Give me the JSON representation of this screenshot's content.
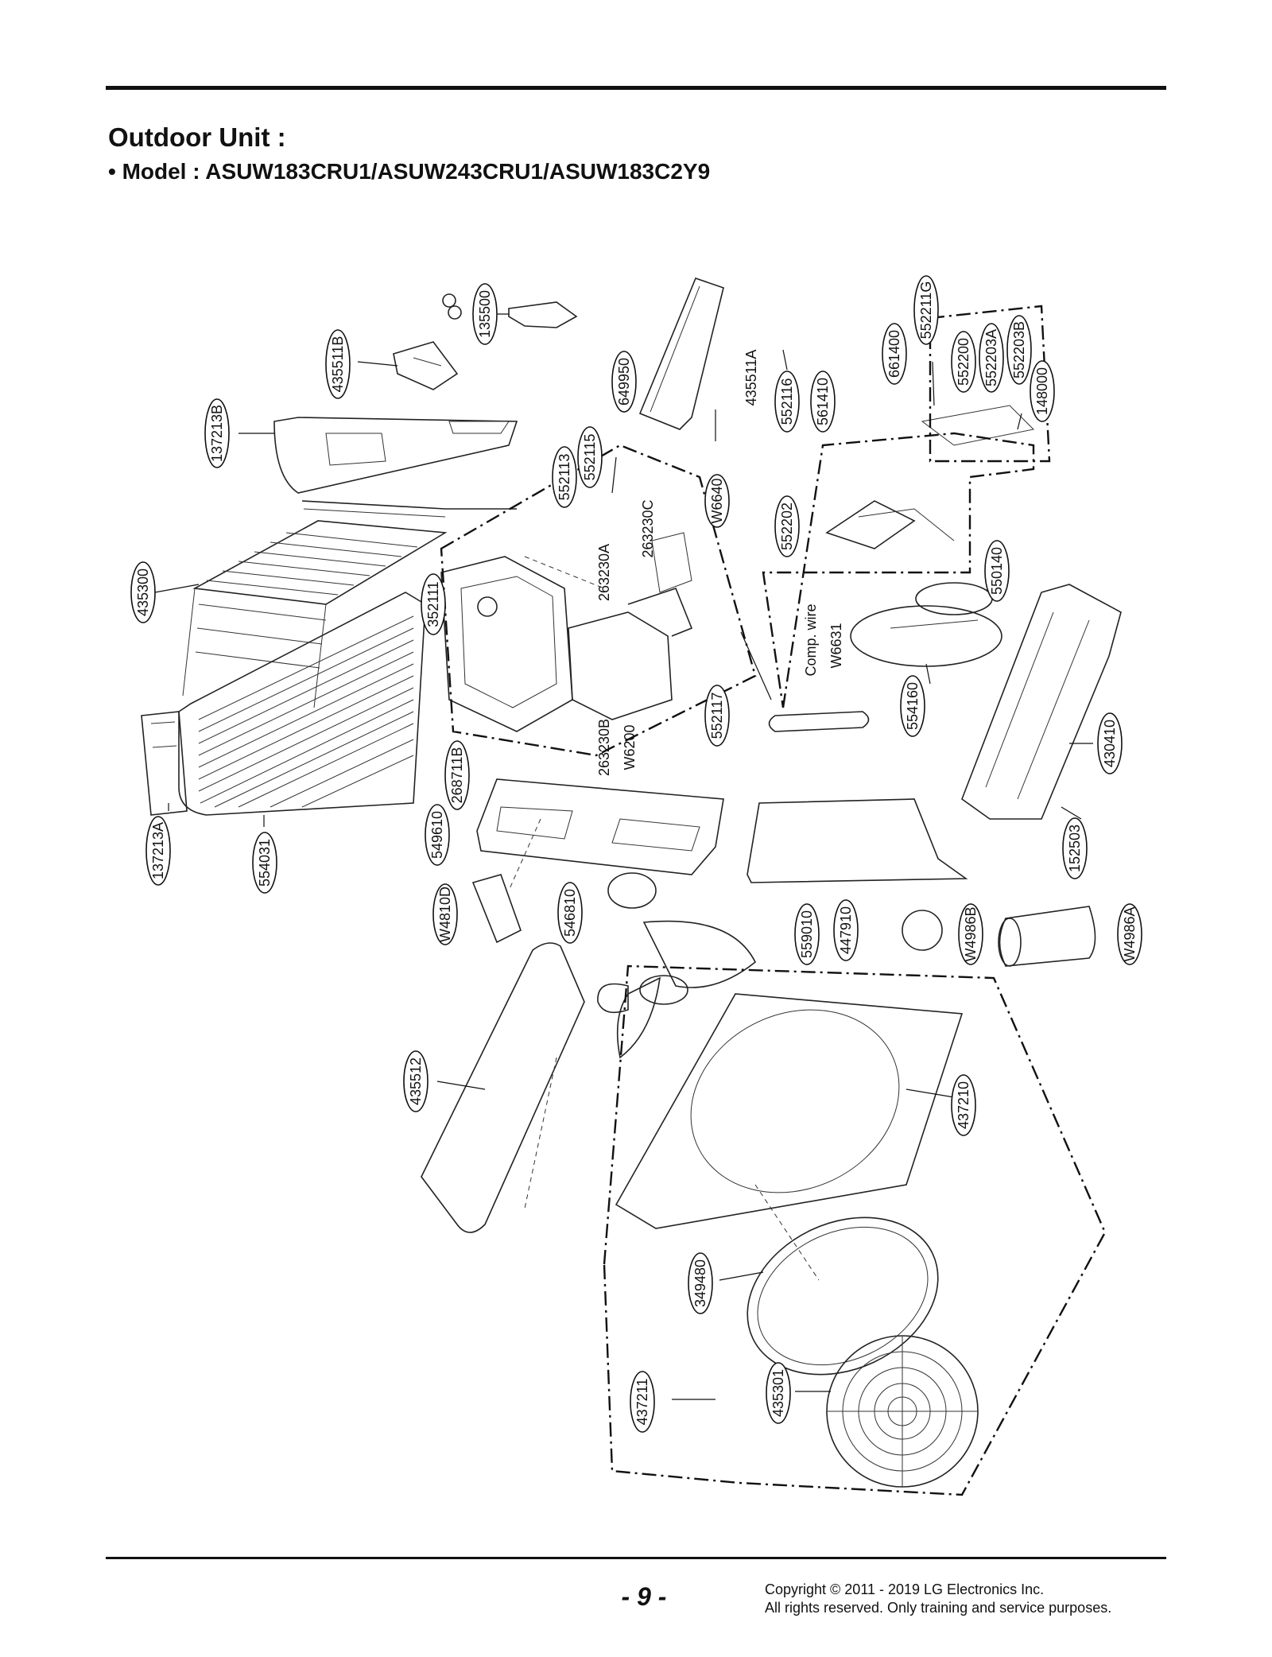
{
  "header": {
    "title": "Outdoor Unit :",
    "subtitle": "• Model : ASUW183CRU1/ASUW243CRU1/ASUW183C2Y9"
  },
  "parts": [
    "135500",
    "435511B",
    "137213B",
    "435300",
    "352111",
    "552113",
    "552115",
    "649950",
    "435511A",
    "263230C",
    "263230A",
    "W6640",
    "552116",
    "561410",
    "552202",
    "661400",
    "552211G",
    "552200",
    "552203A",
    "552203B",
    "148000",
    "550140",
    "Comp. wire",
    "W6631",
    "554160",
    "430410",
    "552117",
    "263230B",
    "W6200",
    "268711B",
    "549610",
    "137213A",
    "554031",
    "W4810D",
    "546810",
    "559010",
    "447910",
    "W4986B",
    "W4986A",
    "152503",
    "435512",
    "437210",
    "349480",
    "435301",
    "437211"
  ],
  "footer": {
    "page": "- 9 -",
    "copyright_line1": "Copyright © 2011 - 2019 LG Electronics Inc.",
    "copyright_line2": "All rights reserved. Only training and service purposes."
  }
}
